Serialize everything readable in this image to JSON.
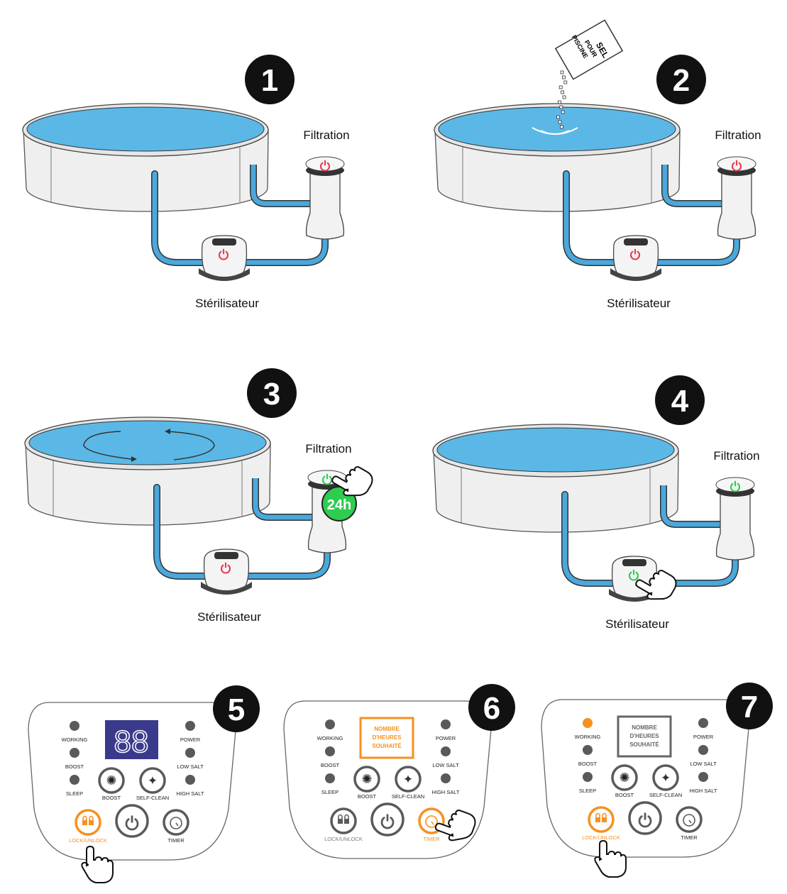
{
  "steps": [
    {
      "number": "1",
      "filter_label": "Filtration",
      "sterilizer_label": "Stérilisateur",
      "filter_power": "red",
      "sterilizer_power": "red"
    },
    {
      "number": "2",
      "filter_label": "Filtration",
      "sterilizer_label": "Stérilisateur",
      "filter_power": "red",
      "sterilizer_power": "red",
      "salt_bag_text": [
        "SEL",
        "POUR",
        "PISCINE"
      ]
    },
    {
      "number": "3",
      "filter_label": "Filtration",
      "sterilizer_label": "Stérilisateur",
      "filter_power": "green",
      "sterilizer_power": "red",
      "badge": "24h"
    },
    {
      "number": "4",
      "filter_label": "Filtration",
      "sterilizer_label": "Stérilisateur",
      "filter_power": "green",
      "sterilizer_power": "green"
    }
  ],
  "panels": [
    {
      "number": "5",
      "display": "88",
      "active": [
        "lock"
      ]
    },
    {
      "number": "6",
      "display_text": [
        "NOMBRE",
        "D'HEURES",
        "SOUHAITÉ"
      ],
      "display_style": "orange",
      "active": [
        "timer"
      ]
    },
    {
      "number": "7",
      "display_text": [
        "NOMBRE",
        "D'HEURES",
        "SOUHAITÉ"
      ],
      "display_style": "grey",
      "active": [
        "lock",
        "working"
      ]
    }
  ],
  "panel_labels": {
    "working": "WORKING",
    "boost_led": "BOOST",
    "sleep": "SLEEP",
    "power": "POWER",
    "low_salt": "LOW SALT",
    "high_salt": "HIGH SALT",
    "boost": "BOOST",
    "self_clean": "SELF-CLEAN",
    "lock": "LOCK/UNLOCK",
    "timer": "TIMER"
  },
  "colors": {
    "water": "#5bb8e6",
    "hose": "#4aa8dc",
    "red": "#e8384f",
    "green": "#2ecc4f",
    "orange": "#f7901e",
    "display": "#3a3a8c"
  }
}
